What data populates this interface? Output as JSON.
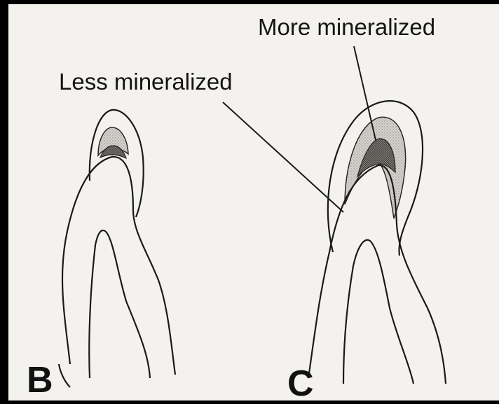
{
  "labels": {
    "more": "More mineralized",
    "less": "Less mineralized"
  },
  "panels": {
    "b": "B",
    "c": "C"
  },
  "colors": {
    "background": "#000000",
    "paper": "#f4f2ee",
    "line": "#1a1a1a",
    "less_mineralized": "#c9c6c1",
    "more_mineralized": "#6a6662"
  }
}
